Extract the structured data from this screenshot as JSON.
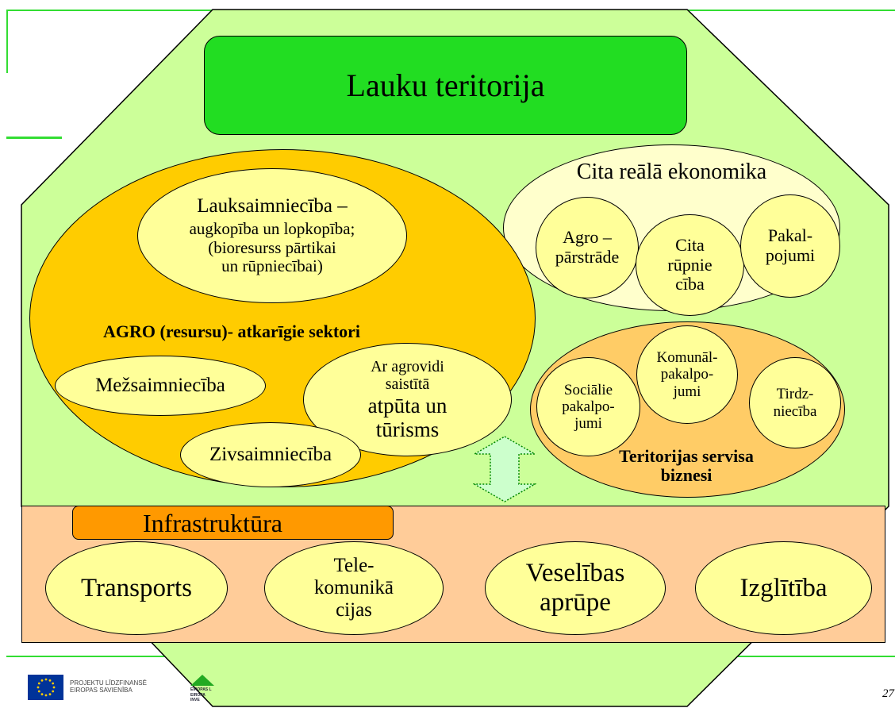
{
  "title": "Lauku teritorija",
  "real_economy": {
    "label": "Cita reālā ekonomika",
    "items": [
      {
        "key": "agro",
        "text": "Agro –\npārstrāde"
      },
      {
        "key": "industry",
        "text": "Cita\nrūpnie\ncība"
      },
      {
        "key": "services",
        "text": "Pakal-\npojumi"
      }
    ]
  },
  "agro": {
    "label": "AGRO (resursu)- atkarīgie sektori",
    "agriculture": {
      "line1": "Lauksaimniecība –",
      "line2": "augkopība un lopkopība;\n(bioresurss pārtikai\nun rūpniecībai)"
    },
    "forestry": "Mežsaimniecība",
    "recreation": {
      "line1": "Ar agrovidi\nsaistītā",
      "line2": "atpūta un\ntūrisms"
    },
    "fisheries": "Zivsaimniecība"
  },
  "territory_services": {
    "label": "Teritorijas servisa\nbiznesi",
    "items": [
      {
        "key": "social",
        "text": "Sociālie\npakalpo-\njumi"
      },
      {
        "key": "communal",
        "text": "Komunāl-\npakalpo-\njumi"
      },
      {
        "key": "trade",
        "text": "Tirdz-\nniecība"
      }
    ]
  },
  "infrastructure": {
    "label": "Infrastruktūra",
    "items": [
      {
        "key": "transport",
        "text": "Transports"
      },
      {
        "key": "telecom",
        "text": "Tele-\nkomunikā\ncijas"
      },
      {
        "key": "health",
        "text": "Veselības\naprūpe"
      },
      {
        "key": "education",
        "text": "Izglītība"
      }
    ]
  },
  "footer": {
    "eu_text": "PROJEKTU LĪDZFINANSĒ\nEIROPAS SAVIENĪBA",
    "fund_text": "EIROPAS L\nEIROPA INVE",
    "page_number": "27"
  },
  "colors": {
    "background_shape": "#ccff99",
    "title": "#22dd22",
    "agro": "#ffcc00",
    "items": "#ffff99",
    "real_economy": "#ffffcc",
    "services": "#ffcc66",
    "infrastructure_band": "#ffcc99",
    "infrastructure_label": "#ff9900",
    "accent_lines": "#33dd33"
  }
}
